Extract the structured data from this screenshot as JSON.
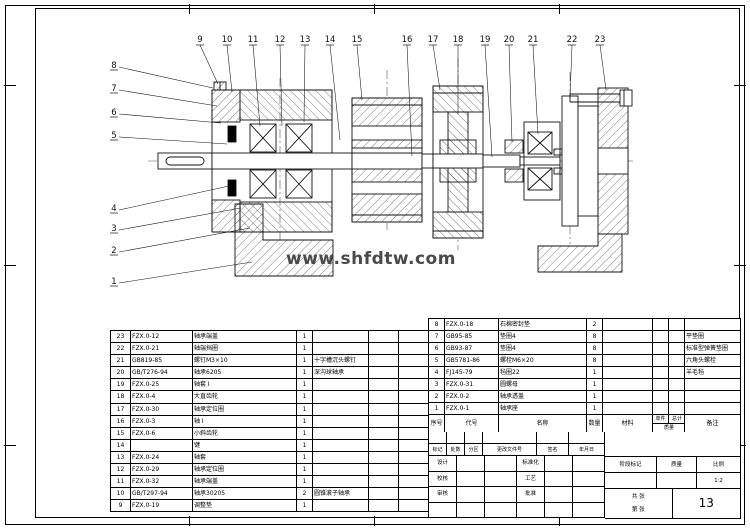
{
  "watermark": "www.shfdtw.com",
  "callouts": {
    "top": [
      "9",
      "10",
      "11",
      "12",
      "13",
      "14",
      "15",
      "16",
      "17",
      "18",
      "19",
      "20",
      "21",
      "22",
      "23"
    ],
    "left": [
      "8",
      "7",
      "6",
      "5",
      "4",
      "3",
      "2",
      "1"
    ]
  },
  "bom_left": [
    {
      "no": "23",
      "code": "FZX.0-12",
      "name": "轴承端盖",
      "qty": "1",
      "note": ""
    },
    {
      "no": "22",
      "code": "FZX.0-21",
      "name": "轴端挡圈",
      "qty": "1",
      "note": ""
    },
    {
      "no": "21",
      "code": "GB819-85",
      "name": "螺钉M3×10",
      "qty": "1",
      "note": "十字槽沉头螺钉"
    },
    {
      "no": "20",
      "code": "GB/T276-94",
      "name": "轴承6205",
      "qty": "1",
      "note": "深沟球轴承"
    },
    {
      "no": "19",
      "code": "FZX.0-25",
      "name": "轴套 I",
      "qty": "1",
      "note": ""
    },
    {
      "no": "18",
      "code": "FZX.0-4",
      "name": "大直齿轮",
      "qty": "1",
      "note": ""
    },
    {
      "no": "17",
      "code": "FZX.0-30",
      "name": "轴承定位圈",
      "qty": "1",
      "note": ""
    },
    {
      "no": "16",
      "code": "FZX.0-3",
      "name": "轴 I",
      "qty": "1",
      "note": ""
    },
    {
      "no": "15",
      "code": "FZX.0-6",
      "name": "小斜齿轮",
      "qty": "1",
      "note": ""
    },
    {
      "no": "14",
      "code": "",
      "name": "键",
      "qty": "1",
      "note": ""
    },
    {
      "no": "13",
      "code": "FZX.0-24",
      "name": "轴套",
      "qty": "1",
      "note": ""
    },
    {
      "no": "12",
      "code": "FZX.0-29",
      "name": "轴承定位圈",
      "qty": "1",
      "note": ""
    },
    {
      "no": "11",
      "code": "FZX.0-32",
      "name": "轴承端盖",
      "qty": "1",
      "note": ""
    },
    {
      "no": "10",
      "code": "GB/T297-94",
      "name": "轴承30205",
      "qty": "2",
      "note": "圆锥滚子轴承"
    },
    {
      "no": "9",
      "code": "FZX.0-19",
      "name": "调整垫",
      "qty": "1",
      "note": ""
    }
  ],
  "bom_right": [
    {
      "no": "8",
      "code": "FZX.0-18",
      "name": "石棉密封垫",
      "qty": "2",
      "note": ""
    },
    {
      "no": "7",
      "code": "GB95-85",
      "name": "垫圈4",
      "qty": "8",
      "note": "平垫圈"
    },
    {
      "no": "6",
      "code": "GB93-87",
      "name": "垫圈4",
      "qty": "8",
      "note": "标准型弹簧垫圈"
    },
    {
      "no": "5",
      "code": "GB5781-86",
      "name": "螺栓M6×20",
      "qty": "8",
      "note": "六角头螺栓"
    },
    {
      "no": "4",
      "code": "FJ145-79",
      "name": "毡圈22",
      "qty": "1",
      "note": "羊毛毡"
    },
    {
      "no": "3",
      "code": "FZX.0-31",
      "name": "圆螺母",
      "qty": "1",
      "note": ""
    },
    {
      "no": "2",
      "code": "FZX.0-2",
      "name": "轴承透盖",
      "qty": "1",
      "note": ""
    },
    {
      "no": "1",
      "code": "FZX.0-1",
      "name": "轴承座",
      "qty": "1",
      "note": ""
    }
  ],
  "bom_header": {
    "no": "序号",
    "code": "代号",
    "name": "名称",
    "qty": "数量",
    "material": "材料",
    "unit": "单件",
    "total": "总计",
    "mass": "质量",
    "note": "备注"
  },
  "title_block": {
    "mark": "标记",
    "count": "处数",
    "zone": "分区",
    "change_doc": "更改文件号",
    "sign": "签名",
    "date": "年月日",
    "design": "设计",
    "check": "校核",
    "review": "审核",
    "standard": "标准化",
    "process": "工艺",
    "approve": "批准",
    "stage_mark": "阶段标记",
    "mass": "质量",
    "scale": "比例",
    "scale_value": "1:2",
    "total_sheets": "共 张",
    "sheet_no": "第 张",
    "drawing_number": "13"
  }
}
